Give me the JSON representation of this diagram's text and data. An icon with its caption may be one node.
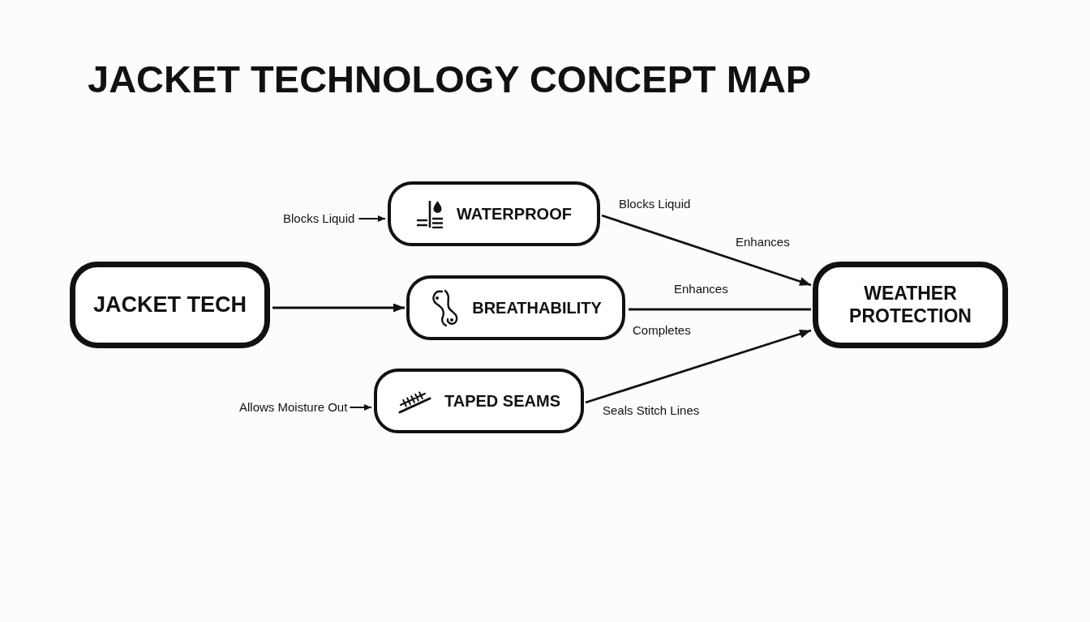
{
  "diagram": {
    "title": "JACKET TECHNOLOGY CONCEPT MAP",
    "nodes": [
      {
        "text": [
          "JACKET TECH"
        ]
      },
      {
        "text": [
          "WATERPROOF"
        ]
      },
      {
        "text": [
          "BREATHABILITY"
        ]
      },
      {
        "text": [
          "TAPED SEAMS"
        ]
      },
      {
        "text": [
          "WEATHER PROTECTION"
        ]
      },
      {
        "text": [
          "Blocks Liquid"
        ]
      },
      {
        "text": [
          "Allows Moisture Out"
        ]
      }
    ],
    "edges": [
      {
        "from": 0,
        "to": 2,
        "arrow": "to"
      },
      {
        "from": 1,
        "to": 4,
        "arrow": "to",
        "label": "Enhances"
      },
      {
        "from": 2,
        "to": 4,
        "arrow": "none",
        "label": "Enhances"
      },
      {
        "from": 3,
        "to": 4,
        "arrow": "to",
        "label": "Seals Stitch Lines"
      },
      {
        "from": 5,
        "to": 1,
        "arrow": "to"
      },
      {
        "from": 6,
        "to": 3,
        "arrow": "to"
      }
    ],
    "labels": [
      "Blocks Liquid",
      "Completes"
    ]
  }
}
